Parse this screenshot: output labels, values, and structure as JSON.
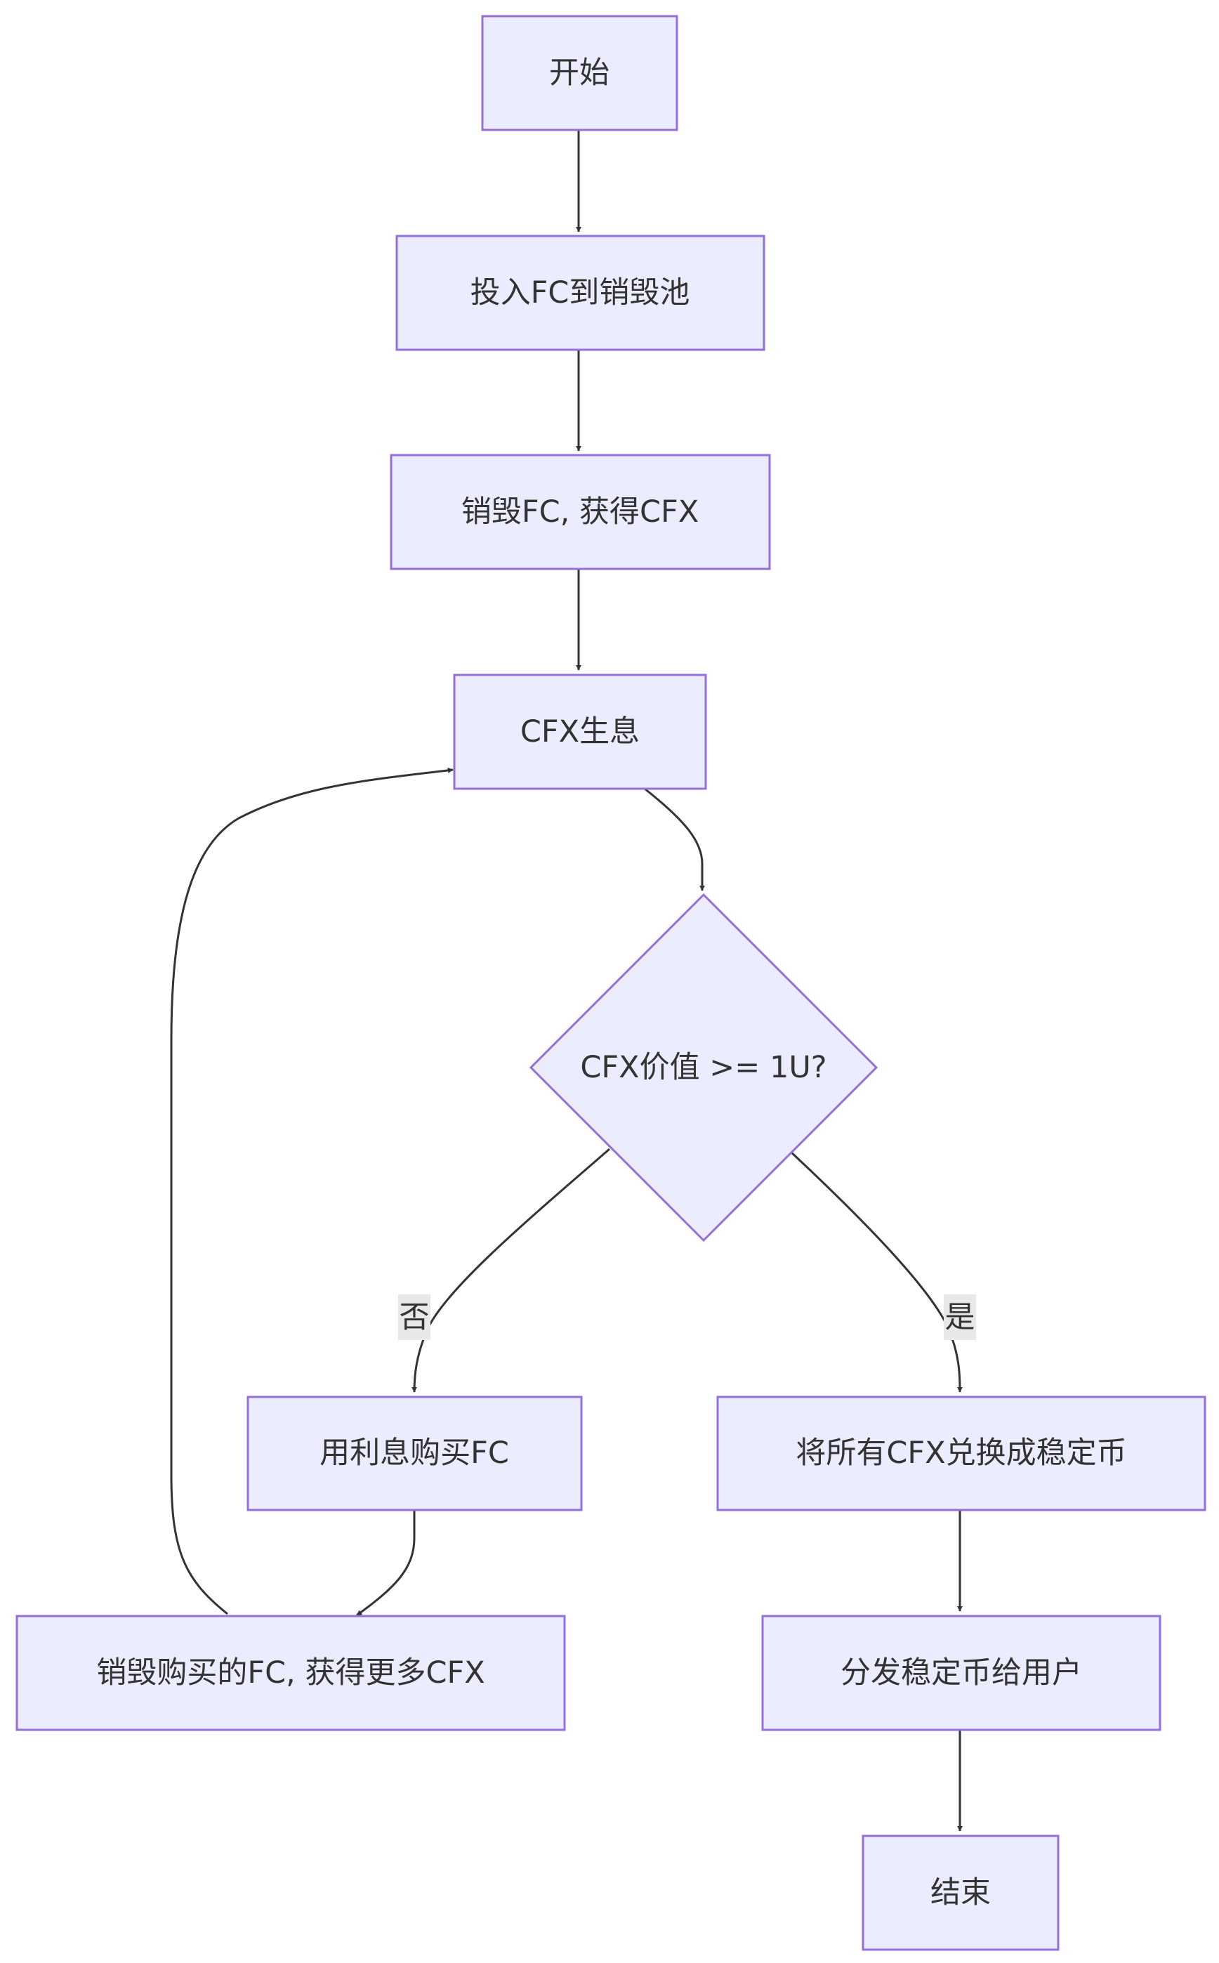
{
  "nodes": {
    "start": "开始",
    "deposit": "投入FC到销毁池",
    "burn": "销毁FC, 获得CFX",
    "interest": "CFX生息",
    "decision": "CFX价值 >= 1U?",
    "buy": "用利息购买FC",
    "burn_more": "销毁购买的FC, 获得更多CFX",
    "exchange": "将所有CFX兑换成稳定币",
    "distribute": "分发稳定币给用户",
    "end": "结束"
  },
  "edges": {
    "no_label": "否",
    "yes_label": "是"
  },
  "colors": {
    "node_fill": "#ececff",
    "node_stroke": "#9370db",
    "edge_stroke": "#333333",
    "label_bg": "#e8e8e8"
  }
}
